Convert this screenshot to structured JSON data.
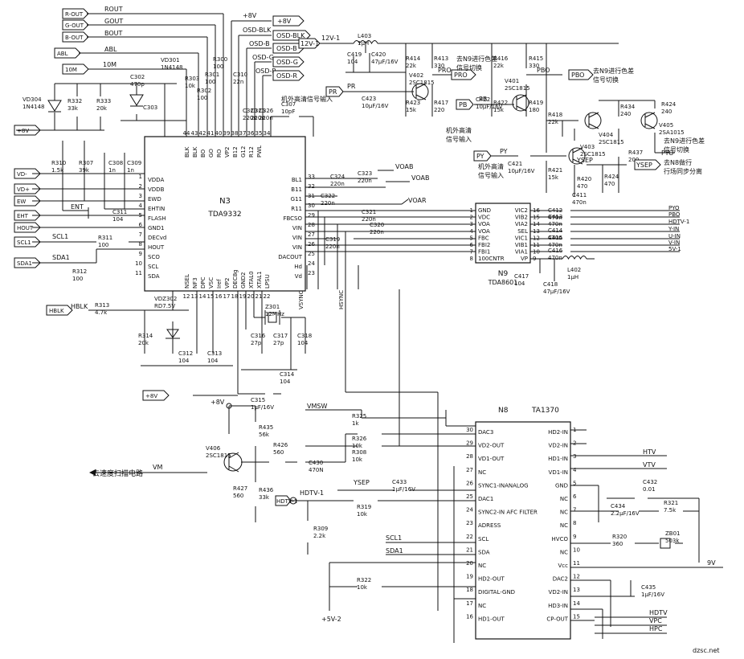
{
  "ics": {
    "n3": {
      "ref": "N3",
      "part": "TDA9332",
      "left_pins": [
        {
          "num": "1",
          "name": "VDDA"
        },
        {
          "num": "2",
          "name": "VDDB"
        },
        {
          "num": "3",
          "name": "EWD"
        },
        {
          "num": "4",
          "name": "EHTIN"
        },
        {
          "num": "5",
          "name": "FLASH"
        },
        {
          "num": "6",
          "name": "GND1"
        },
        {
          "num": "7",
          "name": "DECvd"
        },
        {
          "num": "8",
          "name": "HOUT"
        },
        {
          "num": "9",
          "name": "SCO"
        },
        {
          "num": "10",
          "name": "SCL"
        },
        {
          "num": "11",
          "name": "SDA"
        }
      ],
      "right_pins": [
        {
          "num": "33",
          "name": "BL1"
        },
        {
          "num": "32",
          "name": "B11"
        },
        {
          "num": "31",
          "name": "G11"
        },
        {
          "num": "30",
          "name": "R11"
        },
        {
          "num": "29",
          "name": "FBCSO"
        },
        {
          "num": "28",
          "name": "VIN"
        },
        {
          "num": "27",
          "name": "VIN"
        },
        {
          "num": "26",
          "name": "VIN"
        },
        {
          "num": "25",
          "name": "DACOUT"
        },
        {
          "num": "24",
          "name": "Hd"
        },
        {
          "num": "23",
          "name": "Vd"
        }
      ],
      "top_pins": [
        {
          "num": "44",
          "name": "BLK"
        },
        {
          "num": "43",
          "name": "BLK"
        },
        {
          "num": "42",
          "name": "BO"
        },
        {
          "num": "41",
          "name": "GO"
        },
        {
          "num": "40",
          "name": "RO"
        },
        {
          "num": "39",
          "name": "VP2"
        },
        {
          "num": "38",
          "name": "B12"
        },
        {
          "num": "37",
          "name": "G12"
        },
        {
          "num": "36",
          "name": "R12"
        },
        {
          "num": "35",
          "name": "PWL"
        },
        {
          "num": "34",
          "name": ""
        }
      ],
      "bottom_pins": [
        {
          "num": "12",
          "name": "NSEL"
        },
        {
          "num": "13",
          "name": "NF3"
        },
        {
          "num": "14",
          "name": "DPC"
        },
        {
          "num": "15",
          "name": "VSC"
        },
        {
          "num": "16",
          "name": "Iref"
        },
        {
          "num": "17",
          "name": "VP2"
        },
        {
          "num": "18",
          "name": "DEC8g"
        },
        {
          "num": "19",
          "name": "GND2"
        },
        {
          "num": "20",
          "name": "XTAL0"
        },
        {
          "num": "21",
          "name": "XTAL1"
        },
        {
          "num": "22",
          "name": "LPSU"
        }
      ]
    },
    "n9": {
      "ref": "N9",
      "part": "TDA8601",
      "left_pins": [
        {
          "num": "1",
          "name": "GND"
        },
        {
          "num": "2",
          "name": "VDC"
        },
        {
          "num": "3",
          "name": "VOA"
        },
        {
          "num": "4",
          "name": "VOA"
        },
        {
          "num": "5",
          "name": "FBC"
        },
        {
          "num": "6",
          "name": "FBI2"
        },
        {
          "num": "7",
          "name": "FBI1"
        },
        {
          "num": "8",
          "name": "100CNTR"
        }
      ],
      "right_pins": [
        {
          "num": "16",
          "name": "VIC2"
        },
        {
          "num": "15",
          "name": "VIB2"
        },
        {
          "num": "14",
          "name": "VIA2"
        },
        {
          "num": "13",
          "name": "SEL"
        },
        {
          "num": "12",
          "name": "VIC1"
        },
        {
          "num": "11",
          "name": "VIB1"
        },
        {
          "num": "10",
          "name": "VIA1"
        },
        {
          "num": "9",
          "name": "VP"
        }
      ]
    },
    "n8": {
      "ref": "N8",
      "part": "TA1370",
      "left_pins": [
        {
          "num": "30",
          "name": "DAC3"
        },
        {
          "num": "29",
          "name": "VD2-OUT"
        },
        {
          "num": "28",
          "name": "VD1-OUT"
        },
        {
          "num": "27",
          "name": "NC"
        },
        {
          "num": "26",
          "name": "SYNC1-INANALOG"
        },
        {
          "num": "25",
          "name": "DAC1"
        },
        {
          "num": "24",
          "name": "SYNC2-IN  AFC FILTER"
        },
        {
          "num": "23",
          "name": "ADRESS"
        },
        {
          "num": "22",
          "name": "SCL"
        },
        {
          "num": "21",
          "name": "SDA"
        },
        {
          "num": "20",
          "name": "NC"
        },
        {
          "num": "19",
          "name": "HD2-OUT"
        },
        {
          "num": "18",
          "name": "DIGITAL-GND"
        },
        {
          "num": "17",
          "name": "NC"
        },
        {
          "num": "16",
          "name": "HD1-OUT"
        }
      ],
      "right_pins": [
        {
          "num": "1",
          "name": "HD2-IN"
        },
        {
          "num": "2",
          "name": "VD2-IN"
        },
        {
          "num": "3",
          "name": "HD1-IN"
        },
        {
          "num": "4",
          "name": "VD1-IN"
        },
        {
          "num": "5",
          "name": "GND"
        },
        {
          "num": "6",
          "name": "NC"
        },
        {
          "num": "7",
          "name": "NC"
        },
        {
          "num": "8",
          "name": "NC"
        },
        {
          "num": "9",
          "name": "HVCO"
        },
        {
          "num": "10",
          "name": "NC"
        },
        {
          "num": "11",
          "name": "Vcc"
        },
        {
          "num": "12",
          "name": "DAC2"
        },
        {
          "num": "13",
          "name": "VD2-IN"
        },
        {
          "num": "14",
          "name": "HD3-IN"
        },
        {
          "num": "15",
          "name": "CP-OUT"
        }
      ]
    }
  },
  "left_connectors": [
    "R-OUT",
    "G-OUT",
    "B-OUT",
    "ABL",
    "10M",
    "+8V",
    "VD-",
    "VD+",
    "EW",
    "EHT",
    "HOUT",
    "SCL1",
    "SDA1",
    "HBLK",
    "+8V"
  ],
  "top_signals": {
    "rout": "ROUT",
    "gout": "GOUT",
    "bout": "BOUT",
    "abl": "ABL",
    "v8": "+8V",
    "v8_tag": "+8V",
    "osd_blk": "OSD-BLK",
    "osd_blk_tag": "OSD-BLK",
    "osd_b": "OSD-B",
    "osd_b_tag": "OSD-B",
    "osd_g": "OSD-G",
    "osd_g_tag": "OSD-G",
    "osd_r": "OSD-R",
    "osd_r_tag": "OSD-R",
    "n10m": "10M"
  },
  "n3_side": {
    "voab": "VOAB",
    "voab2": "VOAB",
    "voar": "VOAR",
    "vsync": "VSYNC",
    "hsync": "HSYNC",
    "ent": "ENT",
    "scl1": "SCL1",
    "sda1": "SDA1",
    "hblk": "HBLK"
  },
  "components": [
    {
      "ref": "VD304",
      "value": "1N4148"
    },
    {
      "ref": "R332",
      "value": "33k"
    },
    {
      "ref": "R333",
      "value": "20k"
    },
    {
      "ref": "C302",
      "value": "470p"
    },
    {
      "ref": "C303",
      "value": ""
    },
    {
      "ref": "VD301",
      "value": "1N4148"
    },
    {
      "ref": "R303",
      "value": "10k"
    },
    {
      "ref": "R300",
      "value": "100"
    },
    {
      "ref": "R301",
      "value": "100"
    },
    {
      "ref": "R302",
      "value": "100"
    },
    {
      "ref": "C310",
      "value": "22n"
    },
    {
      "ref": "C320",
      "value": "220n"
    },
    {
      "ref": "C325",
      "value": "220n"
    },
    {
      "ref": "C326",
      "value": "220n"
    },
    {
      "ref": "C307",
      "value": "10pF"
    },
    {
      "ref": "R310",
      "value": "1.5k"
    },
    {
      "ref": "R307",
      "value": "39k"
    },
    {
      "ref": "C308",
      "value": "1n"
    },
    {
      "ref": "C309",
      "value": "1n"
    },
    {
      "ref": "C311",
      "value": "104"
    },
    {
      "ref": "R311",
      "value": "100"
    },
    {
      "ref": "R312",
      "value": "100"
    },
    {
      "ref": "C324",
      "value": "220n"
    },
    {
      "ref": "C323",
      "value": "220n"
    },
    {
      "ref": "C322",
      "value": "220n"
    },
    {
      "ref": "C321",
      "value": "220n"
    },
    {
      "ref": "C320b",
      "value": "220n"
    },
    {
      "ref": "C319",
      "value": "220n"
    },
    {
      "ref": "R313",
      "value": "4.7k"
    },
    {
      "ref": "VDZ302",
      "value": "RD7.5V"
    },
    {
      "ref": "R314",
      "value": "20k"
    },
    {
      "ref": "C312",
      "value": "104"
    },
    {
      "ref": "C313",
      "value": "104"
    },
    {
      "ref": "Z301",
      "value": "12MHz"
    },
    {
      "ref": "C316",
      "value": "27p"
    },
    {
      "ref": "C317",
      "value": "27p"
    },
    {
      "ref": "C318",
      "value": "104"
    },
    {
      "ref": "C314",
      "value": "104"
    },
    {
      "ref": "C315",
      "value": "1μF/16V"
    },
    {
      "ref": "L403",
      "value": "1μH"
    },
    {
      "ref": "C419",
      "value": "104"
    },
    {
      "ref": "C420",
      "value": "47μF/16V"
    },
    {
      "ref": "C423",
      "value": "10μF/16V"
    },
    {
      "ref": "R414",
      "value": "22k"
    },
    {
      "ref": "R423",
      "value": "15k"
    },
    {
      "ref": "R413",
      "value": "330"
    },
    {
      "ref": "V402",
      "value": "2SC1815"
    },
    {
      "ref": "R417",
      "value": "220"
    },
    {
      "ref": "C422",
      "value": "10μF/16V"
    },
    {
      "ref": "R416",
      "value": "22k"
    },
    {
      "ref": "R422",
      "value": "15k"
    },
    {
      "ref": "R415",
      "value": "330"
    },
    {
      "ref": "V401",
      "value": "2SC1815"
    },
    {
      "ref": "R419",
      "value": "180"
    },
    {
      "ref": "R418",
      "value": "22k"
    },
    {
      "ref": "R434",
      "value": "240"
    },
    {
      "ref": "R424",
      "value": "240"
    },
    {
      "ref": "V405",
      "value": "2SA1015"
    },
    {
      "ref": "V404",
      "value": "2SC1815"
    },
    {
      "ref": "C421",
      "value": "10μF/16V"
    },
    {
      "ref": "R421",
      "value": "15k"
    },
    {
      "ref": "V403",
      "value": "2SC1815"
    },
    {
      "ref": "R420",
      "value": "470"
    },
    {
      "ref": "R437",
      "value": "200"
    },
    {
      "ref": "R424b",
      "value": "470"
    },
    {
      "ref": "C411",
      "value": "470n"
    },
    {
      "ref": "C412",
      "value": "470n"
    },
    {
      "ref": "C413",
      "value": "470n"
    },
    {
      "ref": "C414",
      "value": "470n"
    },
    {
      "ref": "C415",
      "value": "470n"
    },
    {
      "ref": "C416",
      "value": "470n"
    },
    {
      "ref": "L402",
      "value": "1μH"
    },
    {
      "ref": "C417",
      "value": "104"
    },
    {
      "ref": "C418",
      "value": "47μF/16V"
    },
    {
      "ref": "R325",
      "value": "1k"
    },
    {
      "ref": "R326",
      "value": "10k"
    },
    {
      "ref": "R308",
      "value": "10k"
    },
    {
      "ref": "R435",
      "value": "56k"
    },
    {
      "ref": "R426",
      "value": "560"
    },
    {
      "ref": "C430",
      "value": "470N"
    },
    {
      "ref": "V406",
      "value": "2SC1815"
    },
    {
      "ref": "R427",
      "value": "560"
    },
    {
      "ref": "R436",
      "value": "33k"
    },
    {
      "ref": "R309",
      "value": "2.2k"
    },
    {
      "ref": "C433",
      "value": "1μF/16V"
    },
    {
      "ref": "R319",
      "value": "10k"
    },
    {
      "ref": "R322",
      "value": "10k"
    },
    {
      "ref": "C432",
      "value": "0.01"
    },
    {
      "ref": "C434",
      "value": "2.2μF/16V"
    },
    {
      "ref": "R321",
      "value": "7.5k"
    },
    {
      "ref": "R320",
      "value": "360"
    },
    {
      "ref": "ZB01",
      "value": "503k"
    },
    {
      "ref": "C435",
      "value": "1μF/16V"
    }
  ],
  "nets": {
    "v12": "12V-1",
    "v12_tag": "12V-1",
    "pr": "PR",
    "pr_tag": "PR",
    "pb": "PB",
    "pb_tag": "PB",
    "py": "PY",
    "py_tag": "PY",
    "pro": "PRO",
    "pro_tag": "PRO",
    "pbo": "PBO",
    "pbo_tag": "PBO",
    "pyo": "PYO",
    "ysep": "YSEP",
    "ysep_tag": "YSEP",
    "ysep2": "YSEP",
    "v8": "+8V",
    "vm": "VM",
    "vmsw": "VMSW",
    "hdtv1": "HDTV-1",
    "hdtv1_tag": "HDTV-1",
    "v5": "+5V-2",
    "scl1": "SCL1",
    "sda1": "SDA1",
    "htv": "HTV",
    "vtv": "VTV",
    "hdtv": "HDTV",
    "vpc": "VPC",
    "hpc": "HPC",
    "v9": "9V"
  },
  "n9_right_nets": [
    "PYO",
    "PBO",
    "HDTV-1",
    "Y-IN",
    "U-IN",
    "V-IN",
    "5V-1"
  ],
  "notes": {
    "pr_in": "机外高清信号输入",
    "pro_to_n9": "去N9进行色差\n信号切换",
    "pbo_to_n9": "去N9进行色差\n信号切换",
    "pb_in": "机外高清\n信号输入",
    "py_in": "机外高清\n信号输入",
    "pyo_to_n9": "去N9进行色差\n信号切换",
    "ysep_to_n8": "去N8做行\n行场同步分离",
    "vm_to": "去速度扫描电路"
  },
  "watermark": "dzsc.net"
}
